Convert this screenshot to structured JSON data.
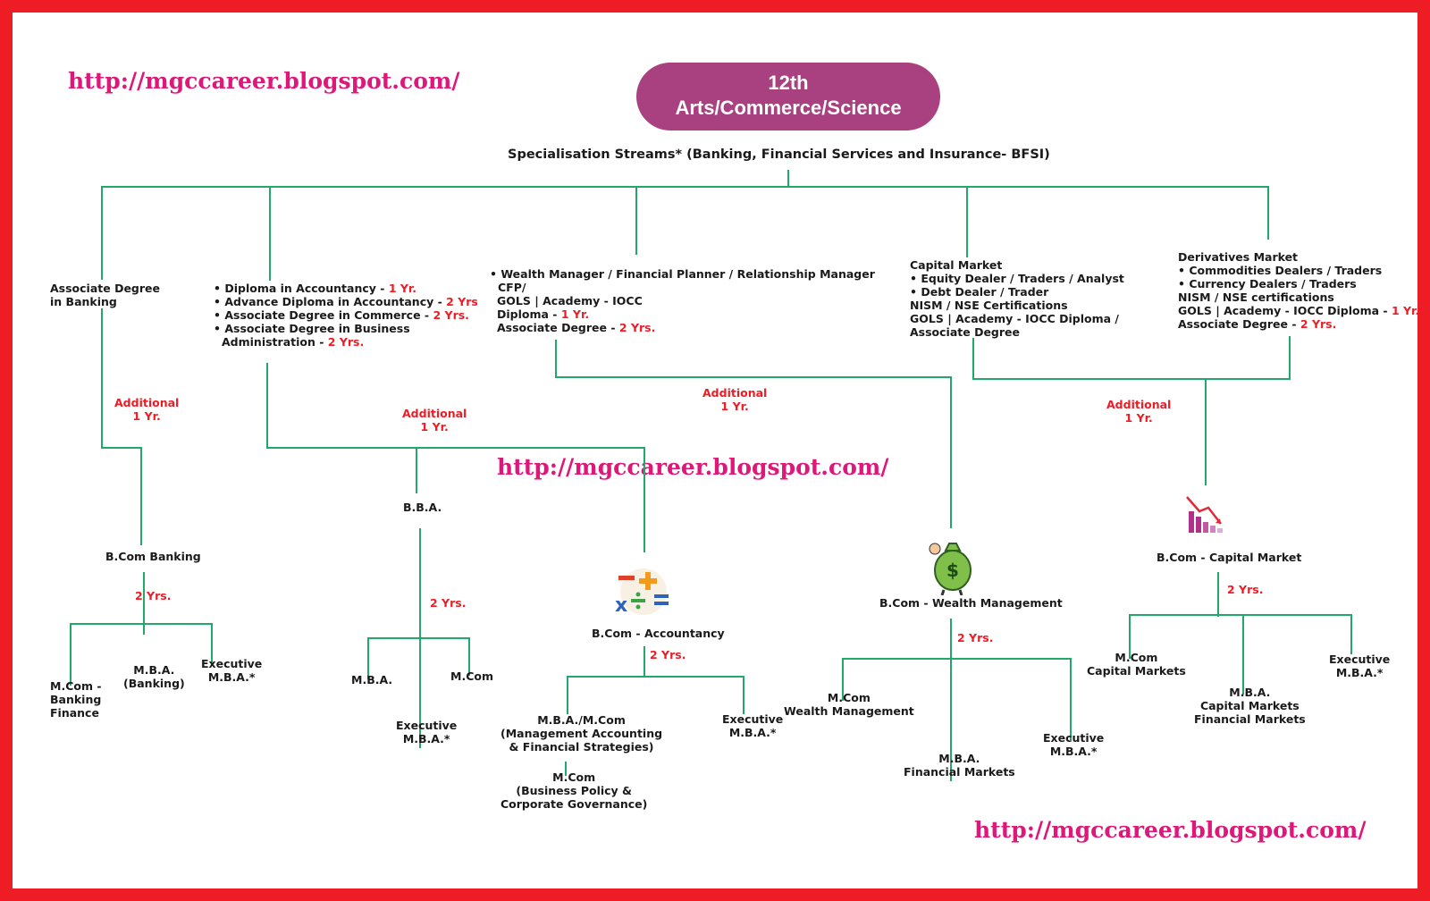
{
  "root": {
    "line1": "12th",
    "line2": "Arts/Commerce/Science"
  },
  "subtitle": "Specialisation Streams* (Banking, Financial Services and Insurance- BFSI)",
  "url": "http://mgccareer.blogspot.com/",
  "streams": {
    "banking": {
      "l1": "Associate Degree",
      "l2": "in Banking"
    },
    "accountancy": {
      "i1a": "• Diploma in Accountancy - ",
      "i1b": "1 Yr.",
      "i2a": "• Advance Diploma in Accountancy - ",
      "i2b": "2 Yrs",
      "i3a": "• Associate Degree  in Commerce - ",
      "i3b": "2 Yrs.",
      "i4a": "• Associate Degree in Business",
      "i5a": "Administration - ",
      "i5b": "2 Yrs."
    },
    "wealth": {
      "i1": "• Wealth Manager / Financial Planner / Relationship Manager",
      "i2": "CFP/",
      "i3": "GOLS | Academy - IOCC",
      "i4a": "Diploma - ",
      "i4b": "1 Yr.",
      "i5a": "Associate Degree - ",
      "i5b": "2 Yrs."
    },
    "capital": {
      "i1": "Capital Market",
      "i2": "• Equity Dealer / Traders / Analyst",
      "i3": "• Debt Dealer / Trader",
      "i4": "NISM / NSE Certifications",
      "i5": "GOLS | Academy - IOCC Diploma /",
      "i6": "Associate  Degree"
    },
    "derivatives": {
      "i1": "Derivatives Market",
      "i2": "• Commodities Dealers / Traders",
      "i3": "• Currency Dealers / Traders",
      "i4": "NISM / NSE certifications",
      "i5a": "GOLS | Academy - IOCC Diploma - ",
      "i5b": "1 Yr.",
      "i6a": "Associate Degree - ",
      "i6b": "2 Yrs."
    }
  },
  "additional": {
    "l1": "Additional",
    "l2": "1 Yr."
  },
  "two_yrs": "2 Yrs.",
  "degrees": {
    "bcom_banking": "B.Com Banking",
    "bba": "B.B.A.",
    "bcom_accountancy": "B.Com - Accountancy",
    "bcom_wealth": "B.Com - Wealth Management",
    "bcom_capital": "B.Com - Capital Market"
  },
  "outcomes": {
    "banking": {
      "mcom_l1": "M.Com -",
      "mcom_l2": "Banking",
      "mcom_l3": "Finance",
      "mba_l1": "M.B.A.",
      "mba_l2": "(Banking)",
      "exec_l1": "Executive",
      "exec_l2": "M.B.A.*"
    },
    "bba": {
      "mba": "M.B.A.",
      "mcom": "M.Com",
      "exec_l1": "Executive",
      "exec_l2": "M.B.A.*"
    },
    "accountancy": {
      "mba_l1": "M.B.A./M.Com",
      "mba_l2": "(Management Accounting",
      "mba_l3": "& Financial Strategies)",
      "mcom_l1": "M.Com",
      "mcom_l2": "(Business Policy &",
      "mcom_l3": "Corporate Governance)",
      "exec_l1": "Executive",
      "exec_l2": "M.B.A.*"
    },
    "wealth": {
      "mcom_l1": "M.Com",
      "mcom_l2": "Wealth Management",
      "mba_l1": "M.B.A.",
      "mba_l2": "Financial Markets",
      "exec_l1": "Executive",
      "exec_l2": "M.B.A.*"
    },
    "capital": {
      "mcom_l1": "M.Com",
      "mcom_l2": "Capital Markets",
      "mba_l1": "M.B.A.",
      "mba_l2": "Capital Markets",
      "mba_l3": "Financial Markets",
      "exec_l1": "Executive",
      "exec_l2": "M.B.A.*"
    }
  },
  "icons": {
    "math": "math-symbols-icon",
    "money": "money-bag-man-icon",
    "chart": "bar-chart-icon"
  },
  "colors": {
    "border": "#ee1c25",
    "pill": "#a9407f",
    "line": "#22a86b",
    "url": "#e0177a",
    "accent": "#ee1c25"
  }
}
